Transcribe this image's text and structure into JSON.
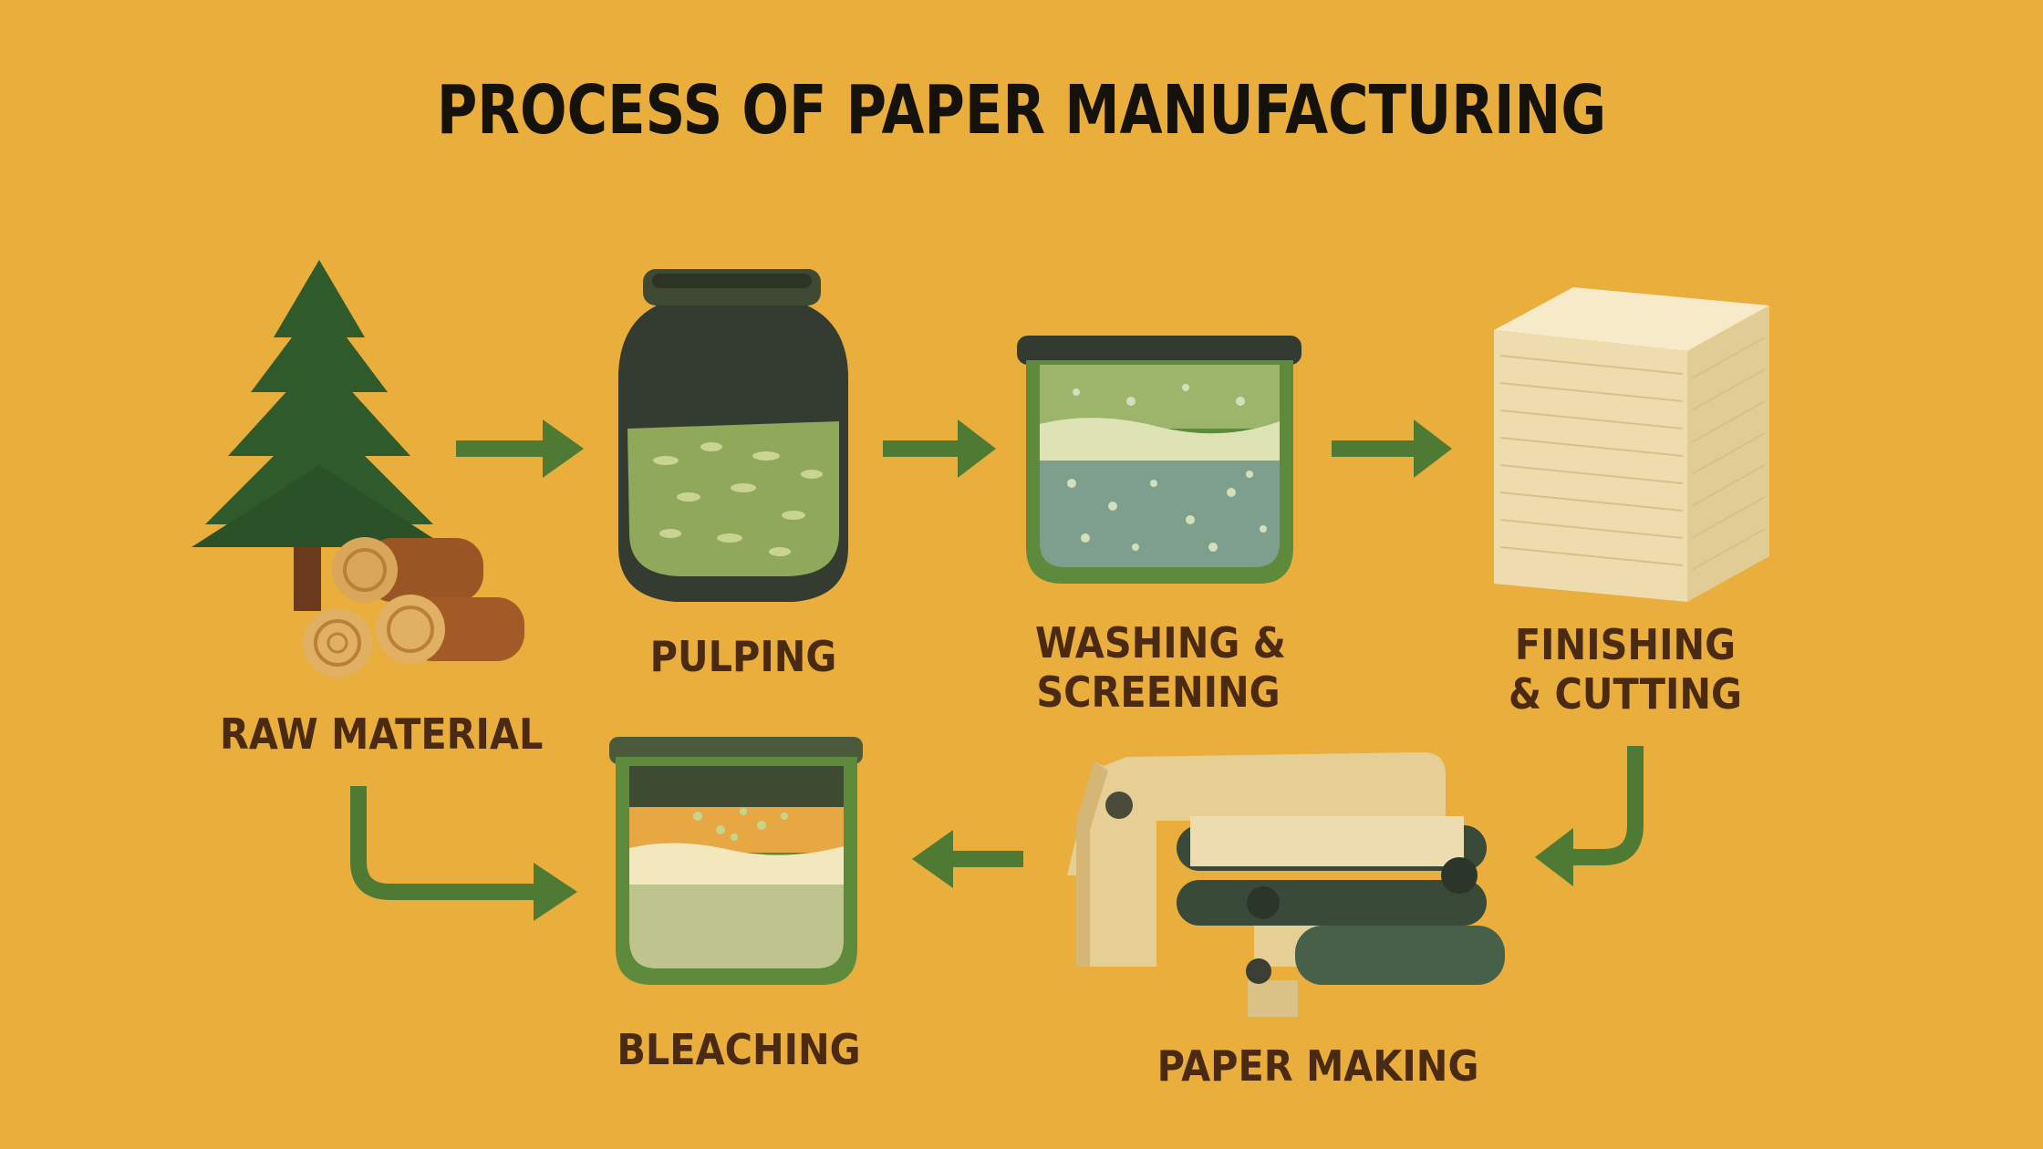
{
  "title": "PROCESS OF PAPER MANUFACTURING",
  "steps": {
    "raw_material": "RAW MATERIAL",
    "pulping": "PULPING",
    "washing_line1": "WASHING &",
    "washing_line2": "SCREENING",
    "finishing_line1": "FINISHING",
    "finishing_line2": "& CUTTING",
    "paper_making": "PAPER MAKING",
    "bleaching": "BLEACHING"
  },
  "colors": {
    "background": "#E9AE3C",
    "arrow": "#4E7A34",
    "label": "#4A2A12",
    "tree": "#2F5A2C",
    "wood": "#B96A2E"
  }
}
